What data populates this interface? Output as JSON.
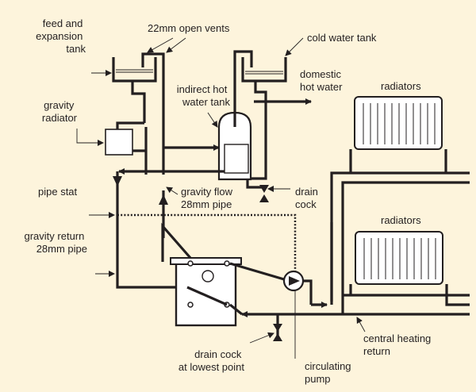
{
  "colors": {
    "background": "#fdf4dc",
    "ink": "#231f20",
    "fill": "#ffffff"
  },
  "labels": {
    "feed_tank": [
      "feed and",
      "expansion",
      "tank"
    ],
    "open_vents": "22mm open vents",
    "cold_tank": "cold water tank",
    "domestic": [
      "domestic",
      "hot water"
    ],
    "radiators_top": "radiators",
    "indirect": [
      "indirect hot",
      "water tank"
    ],
    "gravity_radiator": [
      "gravity",
      "radiator"
    ],
    "pipe_stat": "pipe stat",
    "gravity_flow": [
      "gravity flow",
      "28mm pipe"
    ],
    "drain_cock": [
      "drain",
      "cock"
    ],
    "radiators_bottom": "radiators",
    "gravity_return": [
      "gravity return",
      "28mm pipe"
    ],
    "drain_lowest": [
      "drain cock",
      "at lowest point"
    ],
    "circulating": [
      "circulating",
      "pump"
    ],
    "central_return": [
      "central heating",
      "return"
    ]
  }
}
